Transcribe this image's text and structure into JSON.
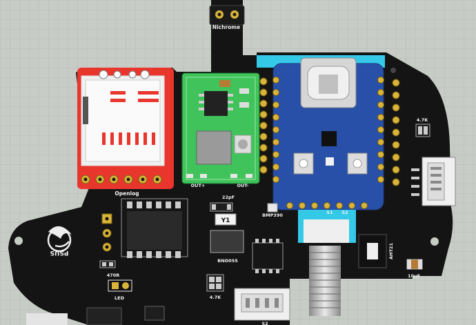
{
  "labels": {
    "nichrome": "Nichrome",
    "openlog": "Openlog",
    "bmp390": "BMP390",
    "bno055": "BNO055",
    "cap_22pf": "22pF",
    "y1": "Y1",
    "r_470": "470R",
    "led": "LED",
    "r_4k7_bottom": "4.7K",
    "r_4k7_right": "4.7K",
    "ahT21": "AHT21",
    "cap_10uf": "10uF",
    "s1": "S1",
    "s2": "S2",
    "s2_bottom": "S2",
    "out_minus": "OUT-",
    "out_plus": "OUT+"
  },
  "colors": {
    "background": "#c8ccc6",
    "pcb": "#141414",
    "openlog_board": "#e8362d",
    "charger_board": "#3fc35a",
    "mcu_board": "#2950a8",
    "cyan_accent": "#35c9e8",
    "pad_gold": "#d8b43a"
  }
}
